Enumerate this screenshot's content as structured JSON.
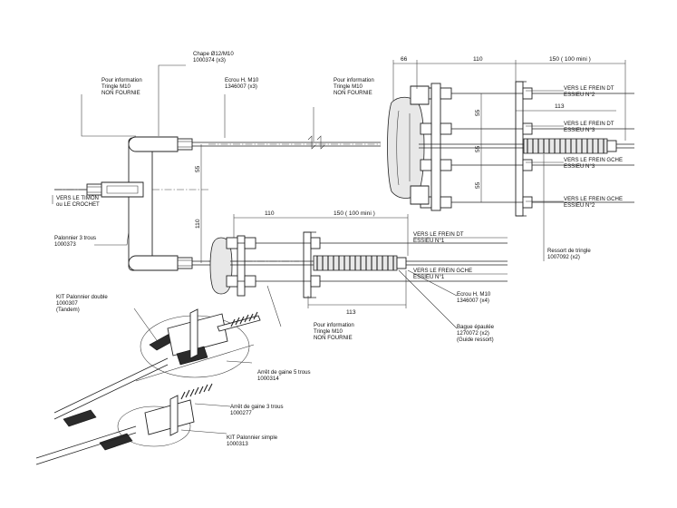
{
  "labels": {
    "chape": [
      "Chape Ø12/M10",
      "1000374 (x3)"
    ],
    "info_top_left": [
      "Pour information",
      "Tringle M10",
      "NON FOURNIE"
    ],
    "ecrou_top": [
      "Ecrou H, M10",
      "1346007 (x3)"
    ],
    "info_top_mid": [
      "Pour information",
      "Tringle M10",
      "NON FOURNIE"
    ],
    "timon": [
      "VERS LE TIMON",
      "ou LE CROCHET"
    ],
    "palonnier3": [
      "Palonnier 3 trous",
      "1000373"
    ],
    "frein_dt_2": [
      "VERS LE FREIN DT",
      "ESSIEU N°2"
    ],
    "frein_dt_3": [
      "VERS LE FREIN DT",
      "ESSIEU N°3"
    ],
    "frein_gche_3": [
      "VERS LE FREIN GCHE",
      "ESSIEU N°3"
    ],
    "frein_gche_2": [
      "VERS LE FREIN GCHE",
      "ESSIEU N°2"
    ],
    "ressort": [
      "Ressort de tringle",
      "1007092 (x2)"
    ],
    "frein_dt_1": [
      "VERS LE FREIN DT",
      "ESSIEU N°1"
    ],
    "frein_gche_1": [
      "VERS LE FREIN GCHE",
      "ESSIEU N°1"
    ],
    "ecrou_bottom": [
      "Ecrou H, M10",
      "1346007 (x4)"
    ],
    "bague": [
      "Bague épaulée",
      "1270072 (x2)",
      "(Guide ressort)"
    ],
    "info_bottom": [
      "Pour information",
      "Tringle M10",
      "NON FOURNIE"
    ],
    "kit_double": [
      "KIT Palonnier double",
      "1000307",
      "(Tandem)"
    ],
    "arret5": [
      "Arrêt de gaine 5 trous",
      "1000314"
    ],
    "arret3": [
      "Arrêt de gaine 3 trous",
      "1000277"
    ],
    "kit_simple": [
      "KIT Palonnier simple",
      "1000313"
    ]
  },
  "dimensions": {
    "top_66": "66",
    "top_110": "110",
    "top_150": "150  ( 100 mini )",
    "top_113": "113",
    "v_55a": "55",
    "v_55b": "55",
    "v_55c": "55",
    "left_55": "55",
    "left_110": "110",
    "mid_110": "110",
    "mid_150": "150  ( 100 mini )",
    "bottom_113": "113"
  }
}
